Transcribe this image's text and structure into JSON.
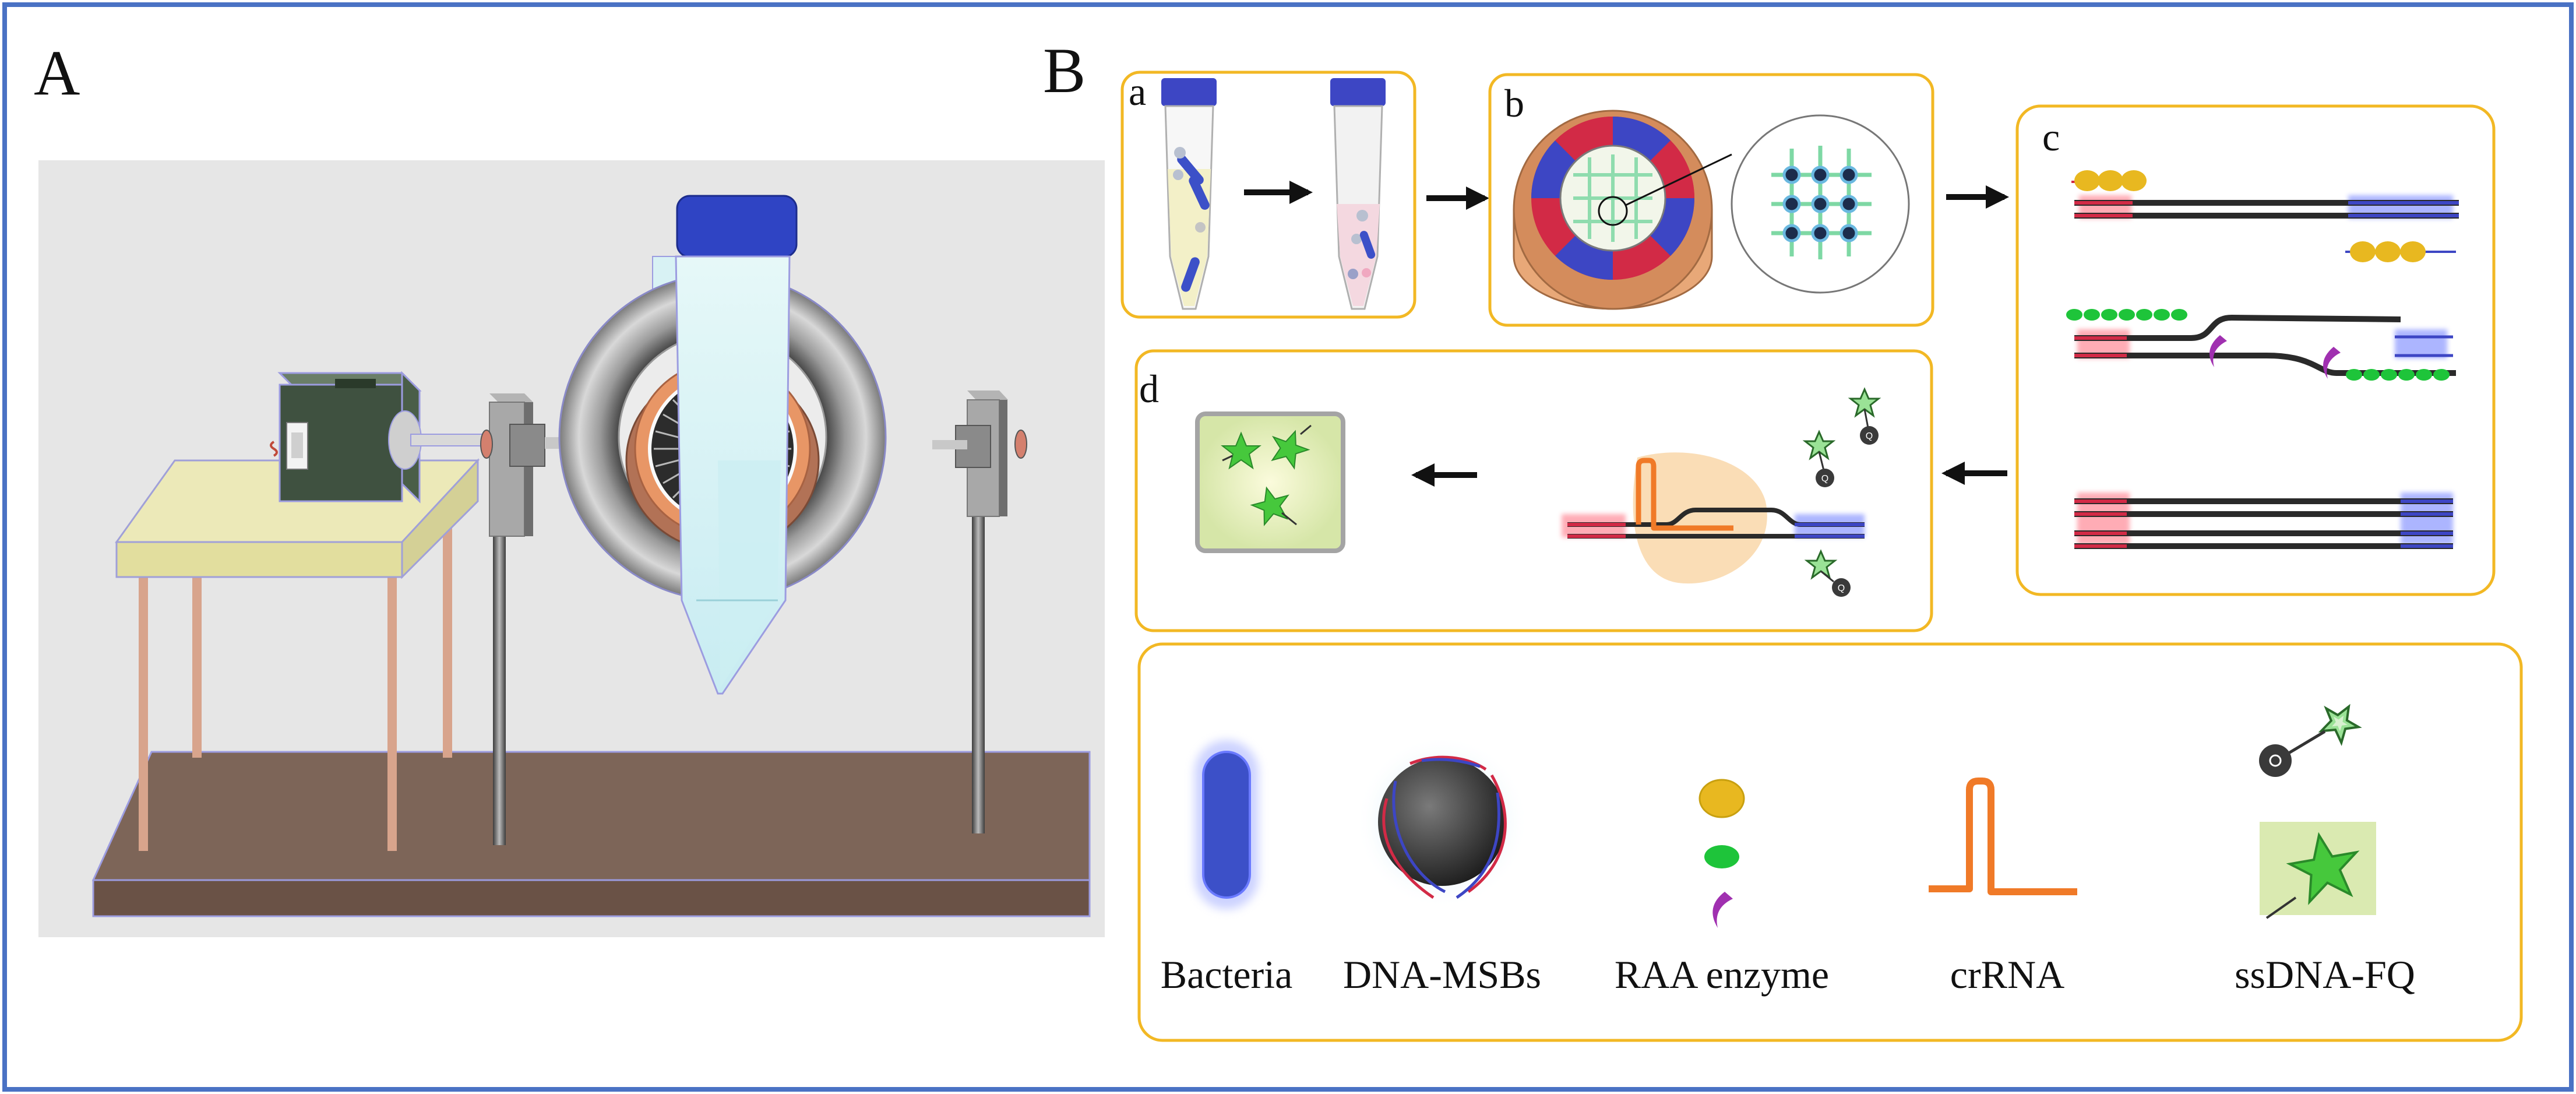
{
  "panels": {
    "A": {
      "label": "A"
    },
    "B": {
      "label": "B",
      "steps": {
        "a": "a",
        "b": "b",
        "c": "c",
        "d": "d"
      }
    }
  },
  "legend": {
    "bacteria": "Bacteria",
    "msbs": "DNA-MSBs",
    "raa": "RAA enzyme",
    "crrna": "crRNA",
    "probe": "ssDNA-FQ"
  },
  "probe_quencher_letter": "Q",
  "colors": {
    "frame": "#4a72c4",
    "box_border": "#f2b824",
    "bacteria": "#3c50c8",
    "magnet_blue": "#3d46c4",
    "magnet_red": "#d22a46",
    "raa_yellow": "#e8b820",
    "raa_green": "#1ec43a",
    "raa_purple": "#a030b0",
    "crrna": "#f07a28",
    "strand": "#2a2a2a",
    "fluor_green": "#46c83c",
    "bench_top": "#ece9b8",
    "base_board": "#7d6558",
    "scene_bg": "#e6e6e6"
  }
}
